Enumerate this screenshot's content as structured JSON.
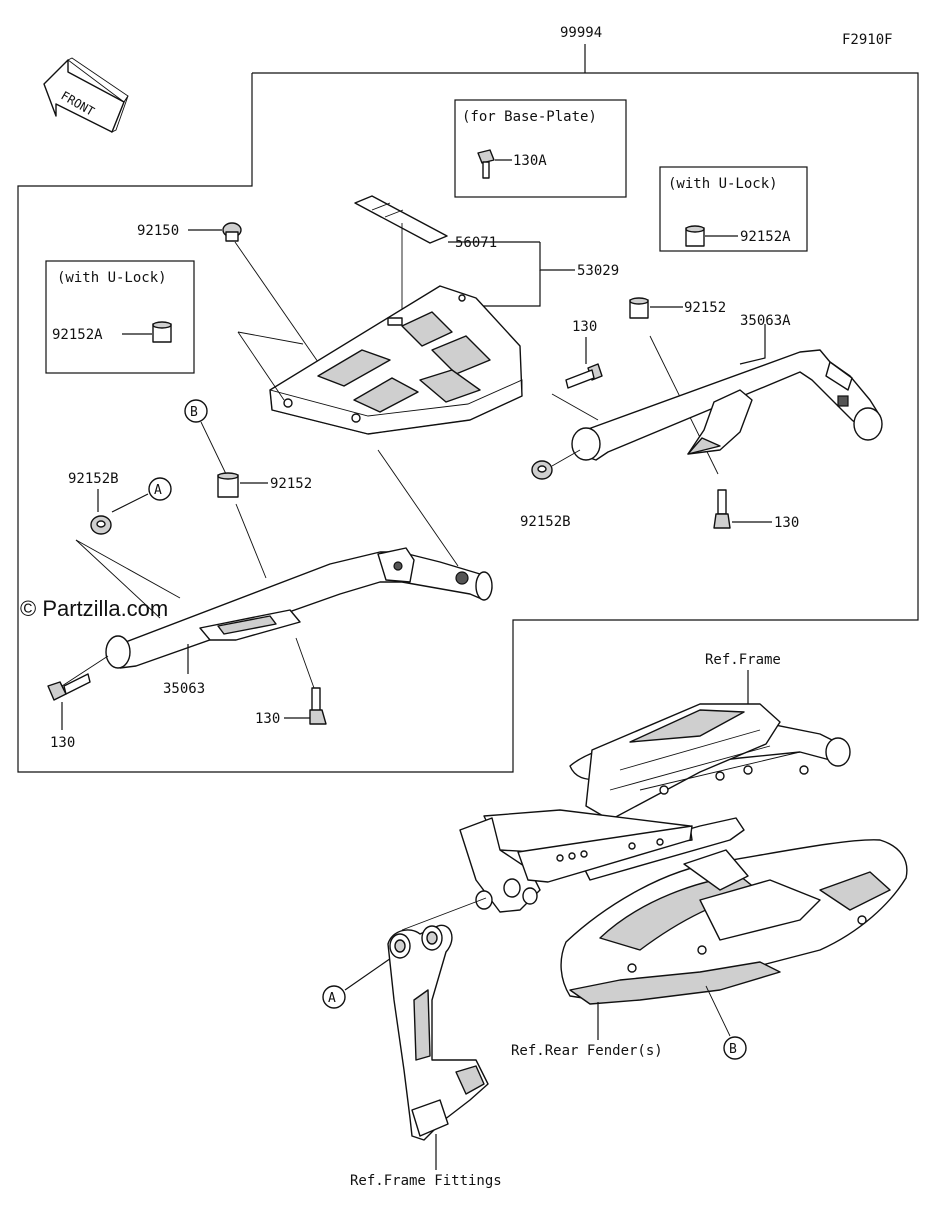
{
  "diagram_code": "F2910F",
  "assembly_number": "99994",
  "front_label": "FRONT",
  "watermark": "© Partzilla.com",
  "callout_boxes": {
    "base_plate": "(for Base-Plate)",
    "u_lock_right": "(with U-Lock)",
    "u_lock_left": "(with U-Lock)"
  },
  "part_labels": {
    "p130A": "130A",
    "p92150": "92150",
    "p56071": "56071",
    "p53029": "53029",
    "p92152A_right": "92152A",
    "p92152A_left": "92152A",
    "p130_upper_right": "130",
    "p92152_right": "92152",
    "p35063A": "35063A",
    "p92152B_right": "92152B",
    "p130_right_lower": "130",
    "p92152B_left": "92152B",
    "p92152_left": "92152",
    "p35063": "35063",
    "p130_left": "130",
    "p130_center": "130"
  },
  "reference_labels": {
    "frame": "Ref.Frame",
    "rear_fender": "Ref.Rear Fender(s)",
    "frame_fittings": "Ref.Frame Fittings"
  },
  "markers": {
    "A": "A",
    "B": "B"
  }
}
